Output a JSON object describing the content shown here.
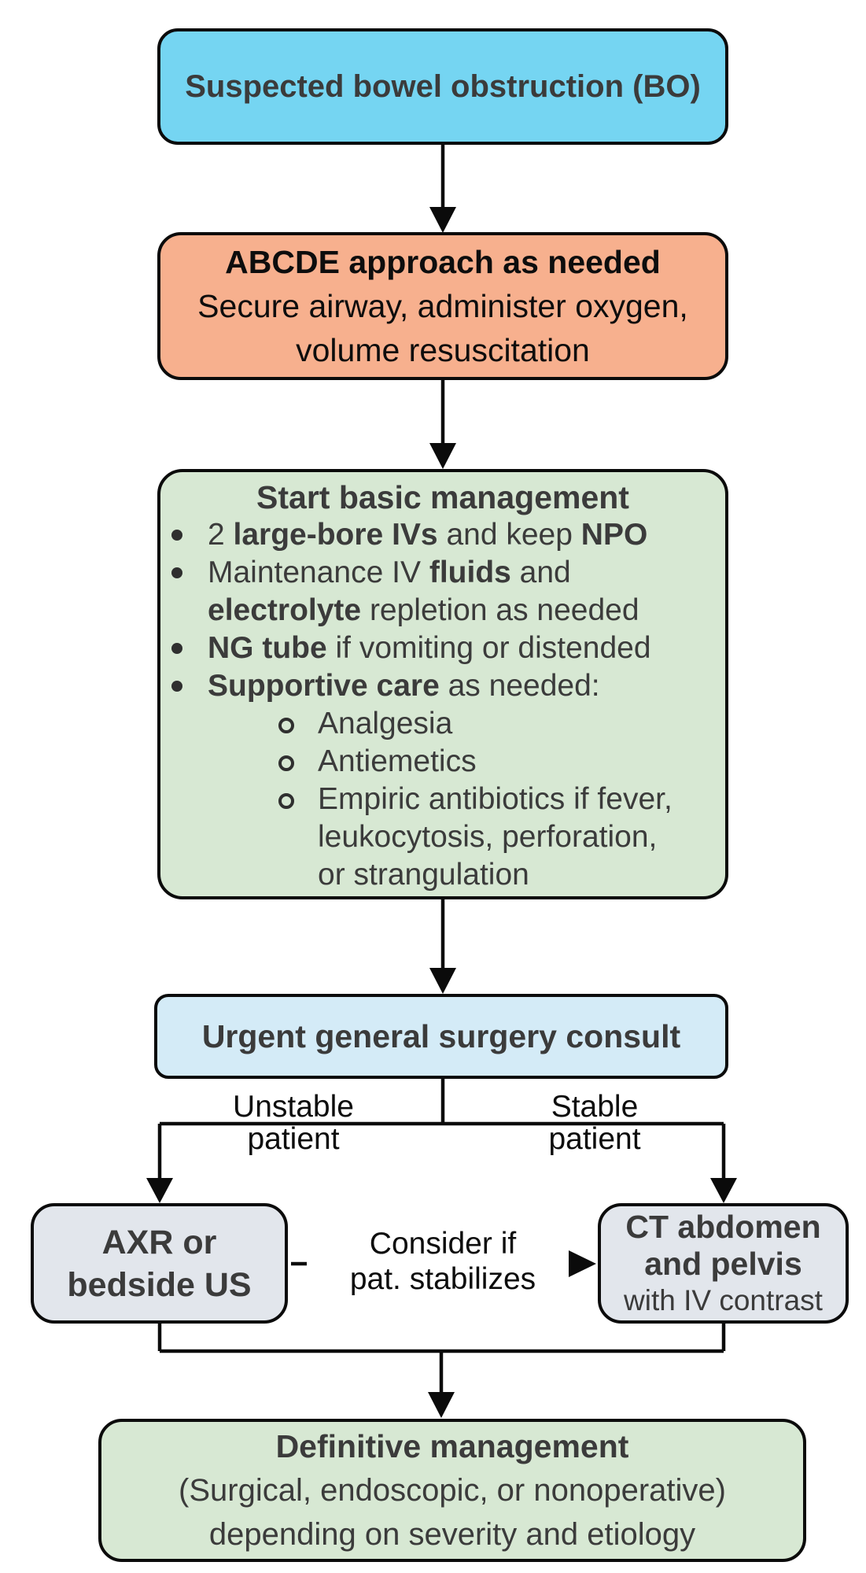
{
  "nodes": {
    "suspected": {
      "title": "Suspected bowel obstruction (BO)"
    },
    "abcde": {
      "title": "ABCDE approach as needed",
      "line1": "Secure airway, administer oxygen,",
      "line2": "volume resuscitation"
    },
    "basic": {
      "title": "Start basic management",
      "b1_pre": "2 ",
      "b1_bold1": "large-bore IVs",
      "b1_mid": " and keep ",
      "b1_bold2": "NPO",
      "b2_pre": "Maintenance IV ",
      "b2_bold": "fluids",
      "b2_post": " and",
      "b2l2_bold": "electrolyte",
      "b2l2_rest": " repletion as needed",
      "b3_bold": "NG tube",
      "b3_rest": " if vomiting or distended",
      "b4_bold": "Supportive care",
      "b4_rest": " as needed:",
      "sub1": "Analgesia",
      "sub2": "Antiemetics",
      "sub3_l1": "Empiric antibiotics if fever,",
      "sub3_l2": "leukocytosis, perforation,",
      "sub3_l3": "or strangulation"
    },
    "consult": {
      "title": "Urgent general surgery consult"
    },
    "axr": {
      "line1": "AXR or",
      "line2": "bedside US"
    },
    "ct": {
      "line1": "CT abdomen",
      "line2": "and pelvis",
      "line3": "with IV contrast"
    },
    "definitive": {
      "title": "Definitive management",
      "line1": "(Surgical, endoscopic, or nonoperative)",
      "line2": "depending on severity and etiology"
    }
  },
  "labels": {
    "unstable_l1": "Unstable",
    "unstable_l2": "patient",
    "stable_l1": "Stable",
    "stable_l2": "patient",
    "consider_l1": "Consider if",
    "consider_l2": "pat. stabilizes"
  },
  "colors": {
    "suspected_fill": "#75D5F2",
    "abcde_fill": "#F7B08E",
    "basic_fill": "#D7E8D3",
    "consult_fill": "#D4EBF7",
    "imaging_fill": "#E2E6EC",
    "definitive_fill": "#D7E8D3",
    "border_and_lines": "#0b0b0b",
    "text_dark": "#3b3b3b"
  }
}
